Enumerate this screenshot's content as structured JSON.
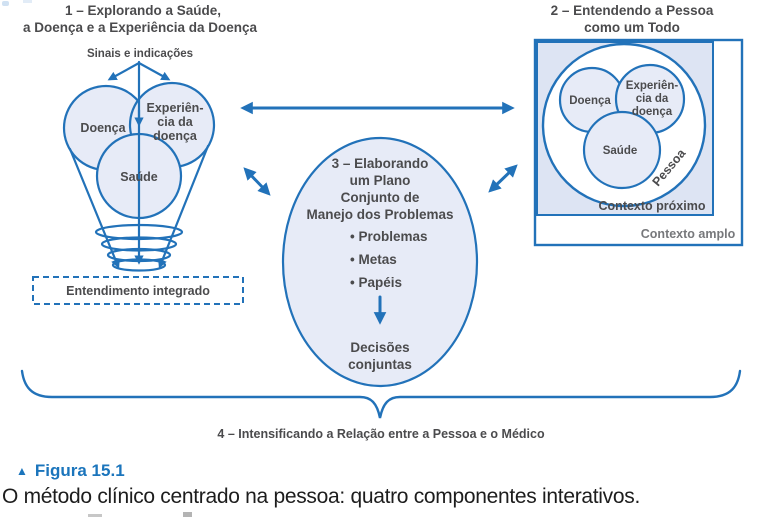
{
  "colors": {
    "accent_blue": "#2272b9",
    "fill_light": "#e7ebf7",
    "context_fill": "#dde4f3",
    "text_dark": "#4b4b4d",
    "text_gray": "#77787b",
    "figure_blue": "#1b75bc",
    "caption_black": "#1d1d1d"
  },
  "component1": {
    "title_line1": "1 – Explorando a Saúde,",
    "title_line2": "a Doença e a Experiência da Doença",
    "signals_label": "Sinais e indicações",
    "circle_disease": "Doença",
    "circle_illness_line1": "Experiên-",
    "circle_illness_line2": "cia da",
    "circle_illness_line3": "doença",
    "circle_health": "Saúde",
    "integrated_box": "Entendimento integrado"
  },
  "component2": {
    "title_line1": "2 – Entendendo a Pessoa",
    "title_line2": "como um Todo",
    "circle_disease": "Doença",
    "circle_illness_line1": "Experiên-",
    "circle_illness_line2": "cia da",
    "circle_illness_line3": "doença",
    "circle_health": "Saúde",
    "person_label": "Pessoa",
    "proximal_context": "Contexto próximo",
    "broad_context": "Contexto amplo"
  },
  "component3": {
    "title_line1": "3 – Elaborando",
    "title_line2": "um Plano",
    "title_line3": "Conjunto de",
    "title_line4": "Manejo dos Problemas",
    "bullet1": "• Problemas",
    "bullet2": "• Metas",
    "bullet3": "• Papéis",
    "result_line1": "Decisões",
    "result_line2": "conjuntas"
  },
  "component4": {
    "label": "4 – Intensificando a Relação entre a Pessoa e o Médico"
  },
  "caption": {
    "marker": "▲",
    "figure_label": "Figura 15.1",
    "text": "O método clínico centrado na pessoa: quatro componentes interativos."
  }
}
